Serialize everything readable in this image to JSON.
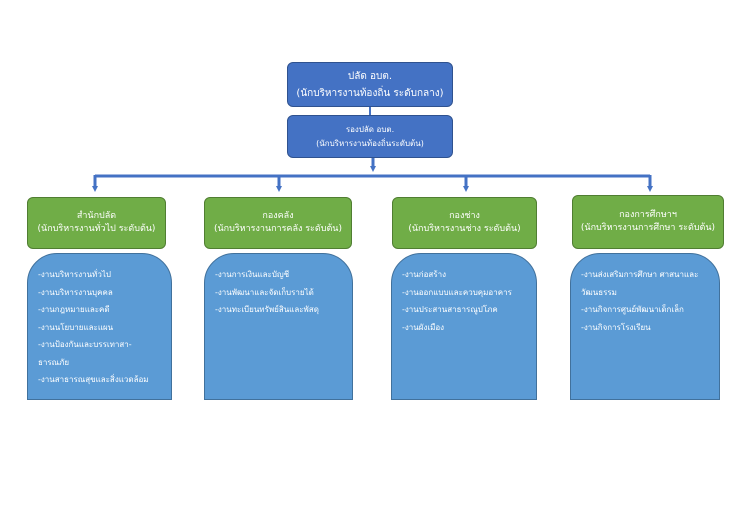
{
  "colors": {
    "blue_header": "#4472c4",
    "green_header": "#70ad47",
    "panel": "#5b9bd5",
    "connector": "#4472c4"
  },
  "top": {
    "title": "ปลัด อบต.",
    "subtitle": "(นักบริหารงานท้องถิ่น ระดับกลาง)"
  },
  "deputy": {
    "title": "รองปลัด อบต.",
    "subtitle": "(นักบริหารงานท้องถิ่นระดับต้น)"
  },
  "divisions": [
    {
      "title": "สำนักปลัด",
      "subtitle": "(นักบริหารงานทั่วไป ระดับต้น)",
      "tasks": [
        "-งานบริหารงานทั่วไป",
        "-งานบริหารงานบุคคล",
        "-งานกฎหมายและคดี",
        "-งานนโยบายและแผน",
        "-งานป้องกันและบรรเทาสา-",
        "ธารณภัย",
        "-งานสาธารณสุขและสิ่งแวดล้อม"
      ]
    },
    {
      "title": "กองคลัง",
      "subtitle": "(นักบริหารงานการคลัง ระดับต้น)",
      "tasks": [
        "-งานการเงินและบัญชี",
        "-งานพัฒนาและจัดเก็บรายได้",
        "-งานทะเบียนทรัพย์สินและพัสดุ"
      ]
    },
    {
      "title": "กองช่าง",
      "subtitle": "(นักบริหารงานช่าง ระดับต้น)",
      "tasks": [
        "-งานก่อสร้าง",
        "-งานออกแบบและควบคุมอาคาร",
        "-งานประสานสาธารณูปโภค",
        "-งานผังเมือง"
      ]
    },
    {
      "title": "กองการศึกษาฯ",
      "subtitle": "(นักบริหารงานการศึกษา ระดับต้น)",
      "tasks": [
        "-งานส่งเสริมการศึกษา ศาสนาและ",
        "วัฒนธรรม",
        "-งานกิจการศูนย์พัฒนาเด็กเล็ก",
        "-งานกิจการโรงเรียน"
      ]
    }
  ]
}
